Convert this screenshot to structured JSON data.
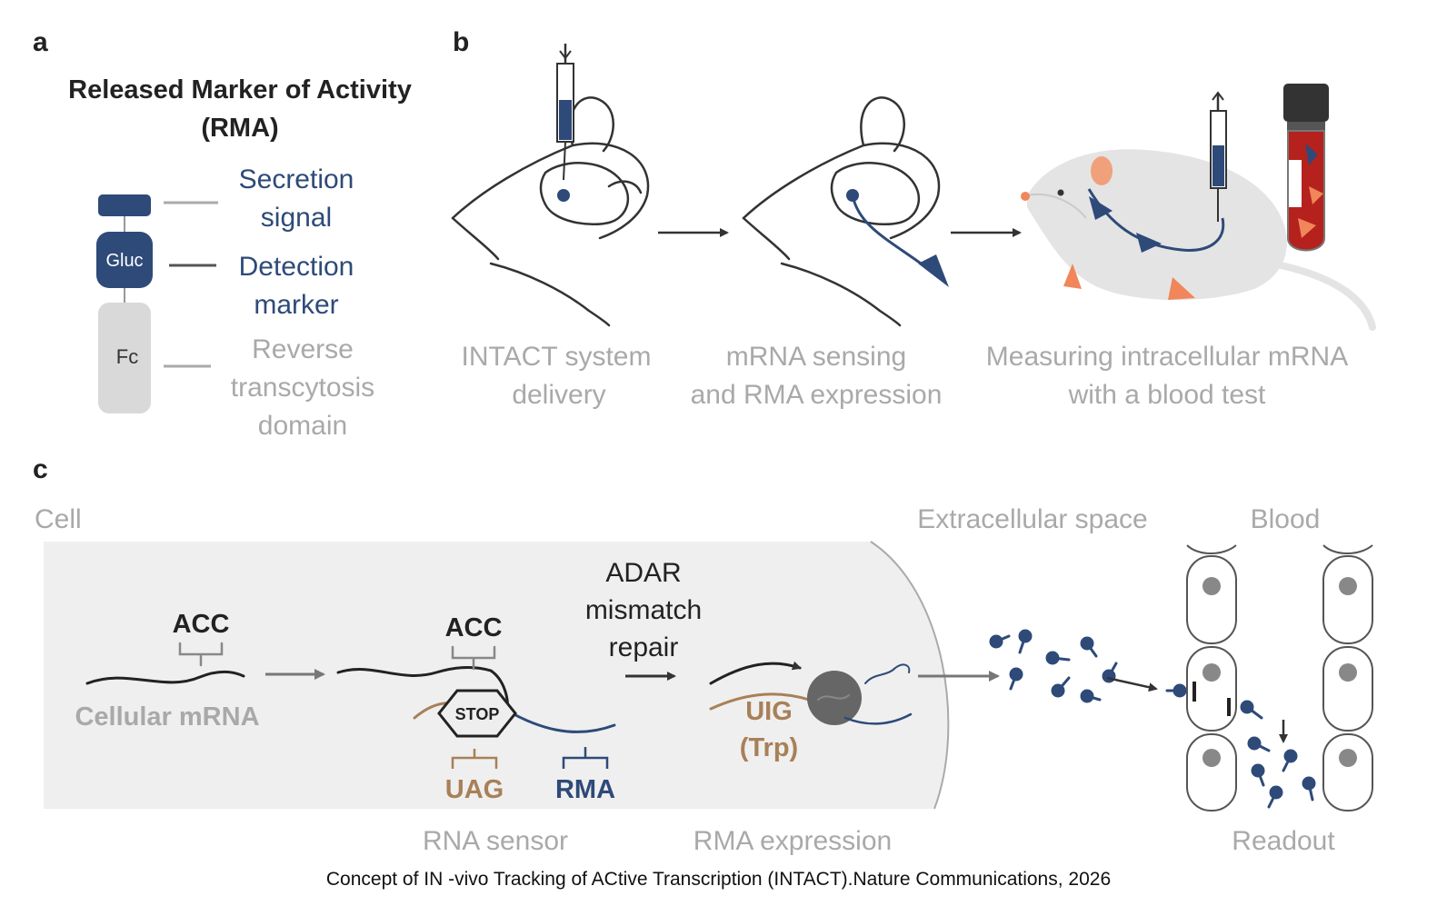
{
  "panels": {
    "a": "a",
    "b": "b",
    "c": "c"
  },
  "panel_a": {
    "title_line1": "Released Marker of Activity",
    "title_line2": "(RMA)",
    "block_gluc": "Gluc",
    "block_fc": "Fc",
    "secretion_l1": "Secretion",
    "secretion_l2": "signal",
    "detection_l1": "Detection",
    "detection_l2": "marker",
    "reverse_l1": "Reverse",
    "reverse_l2": "transcytosis",
    "reverse_l3": "domain"
  },
  "panel_b": {
    "step1_l1": "INTACT system",
    "step1_l2": "delivery",
    "step2_l1": "mRNA sensing",
    "step2_l2": "and RMA expression",
    "step3_l1": "Measuring intracellular mRNA",
    "step3_l2": "with a blood test"
  },
  "panel_c": {
    "cell": "Cell",
    "extracellular": "Extracellular space",
    "blood": "Blood",
    "acc1": "ACC",
    "cellular_mrna": "Cellular mRNA",
    "acc2": "ACC",
    "stop": "STOP",
    "uag": "UAG",
    "rma": "RMA",
    "adar_l1": "ADAR",
    "adar_l2": "mismatch",
    "adar_l3": "repair",
    "uig": "UIG",
    "trp": "(Trp)",
    "rna_sensor": "RNA sensor",
    "rma_expression": "RMA expression",
    "readout": "Readout"
  },
  "caption": "Concept of IN -vivo Tracking of ACtive Transcription (INTACT).Nature Communications, 2026",
  "colors": {
    "navy": "#2e4a78",
    "gray_text": "#a9a9a9",
    "brown": "#a88058",
    "cell_fill": "#efefef",
    "blood_red": "#b5211d",
    "orange": "#f0865a"
  }
}
